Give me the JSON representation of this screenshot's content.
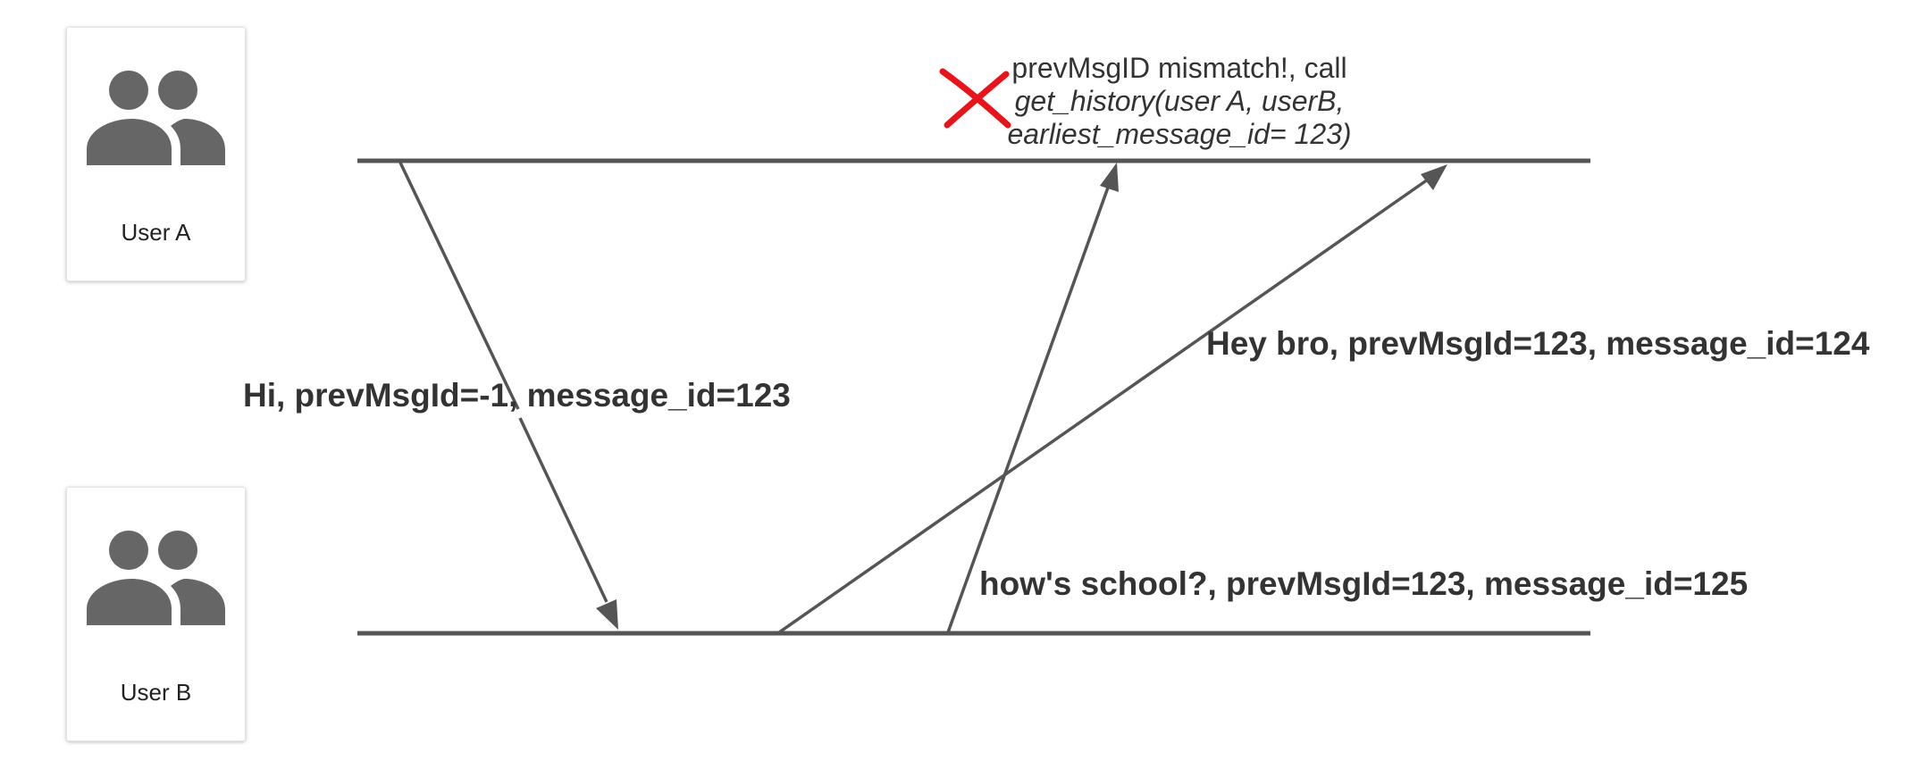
{
  "actors": [
    {
      "name": "User A",
      "icon": "group-icon"
    },
    {
      "name": "User B",
      "icon": "group-icon"
    }
  ],
  "messages": [
    {
      "from": "User A",
      "to": "User B",
      "label": "Hi, prevMsgId=-1, message_id=123"
    },
    {
      "from": "User B",
      "to": "User A",
      "label": "Hey bro, prevMsgId=123, message_id=124"
    },
    {
      "from": "User B",
      "to": "User A",
      "label": "how's school?, prevMsgId=123, message_id=125"
    }
  ],
  "annotation": {
    "icon": "cross-icon",
    "color": "#e8141a",
    "line1": "prevMsgID mismatch!, call",
    "line2": "get_history(user A, userB,",
    "line3": "earliest_message_id= 123)"
  },
  "colors": {
    "line": "#555555",
    "icon": "#666666",
    "text": "#333333"
  }
}
